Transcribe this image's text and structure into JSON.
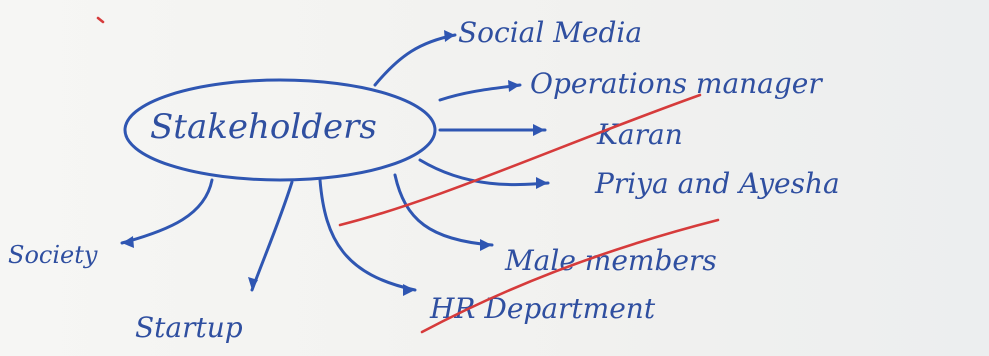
{
  "center": {
    "label": "Stakeholders"
  },
  "branches": [
    {
      "label": "Social Media"
    },
    {
      "label": "Operations manager"
    },
    {
      "label": "Karan"
    },
    {
      "label": "Priya and Ayesha"
    },
    {
      "label": "Male members"
    },
    {
      "label": "HR Department"
    },
    {
      "label": "Startup"
    },
    {
      "label": "Society"
    }
  ],
  "colors": {
    "ink": "#2f56b2",
    "strike": "#d63b3b"
  }
}
